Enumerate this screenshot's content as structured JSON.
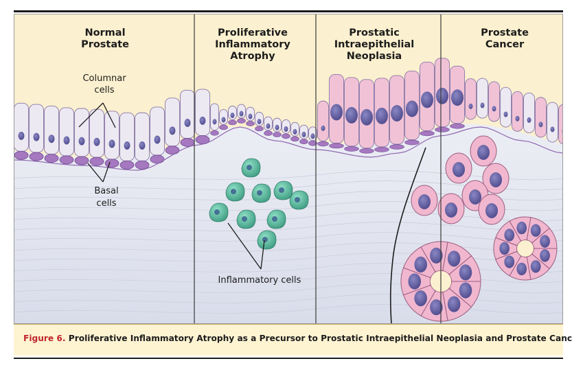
{
  "panels": [
    {
      "title": "Normal\nProstate"
    },
    {
      "title": "Proliferative\nInflammatory\nAtrophy"
    },
    {
      "title": "Prostatic\nIntraepithelial\nNeoplasia"
    },
    {
      "title": "Prostate\nCancer"
    }
  ],
  "annotations": {
    "columnar_line1": "Columnar",
    "columnar_line2": "cells",
    "basal_line1": "Basal",
    "basal_line2": "cells",
    "inflammatory": "Inflammatory cells"
  },
  "caption": {
    "number": "Figure 6.",
    "text": " Proliferative Inflammatory Atrophy as a Precursor to Prostatic Intraepithelial Neoplasia and Prostate Cancer."
  },
  "colors": {
    "lumen": "#fbf0cf",
    "stroma": "#e2e4ee",
    "columnar_cell": "#ece9f2",
    "basal_cell": "#a678c0",
    "pin_cell": "#f1c2d6",
    "cancer_cell": "#f1b7cf",
    "nucleus": "#5d5a9a",
    "inflammatory_cell": "#5fbfa3",
    "caption_band": "#fff4d2",
    "figure_number": "#c0262d"
  }
}
